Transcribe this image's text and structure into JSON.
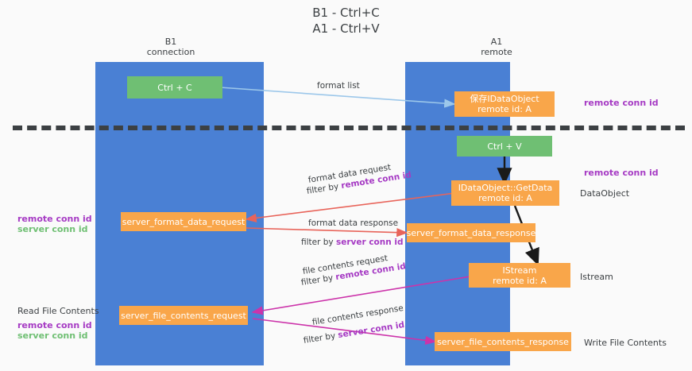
{
  "title": "B1 - Ctrl+C\nA1 - Ctrl+V",
  "columns": {
    "b1": "B1\nconnection",
    "a1": "A1\nremote"
  },
  "nodes": {
    "ctrl_c": "Ctrl + C",
    "save_idataobject": "保存IDataObject\nremote id: A",
    "ctrl_v": "Ctrl + V",
    "getdata": "IDataObject::GetData\nremote id: A",
    "server_format_data_request": "server_format_data_request",
    "server_format_data_response": "server_format_data_response",
    "istream": "IStream\nremote id: A",
    "server_file_contents_request": "server_file_contents_request",
    "server_file_contents_response": "server_file_contents_response"
  },
  "edges": {
    "format_list": "format list",
    "format_data_request": "format data request",
    "format_data_request_filter_prefix": "filter by ",
    "format_data_request_filter_key": "remote conn id",
    "format_data_response": "format data response",
    "format_data_response_filter_prefix": "filter by ",
    "format_data_response_filter_key": "server conn id",
    "file_contents_request": "file contents request",
    "file_contents_request_filter_prefix": "filter by ",
    "file_contents_request_filter_key": "remote conn id",
    "file_contents_response": "file contents response",
    "file_contents_response_filter_prefix": "filter by ",
    "file_contents_response_filter_key": "server conn id"
  },
  "annotations": {
    "right_remote_conn_id_top": "remote conn id",
    "right_remote_conn_id_mid": "remote conn id",
    "right_dataobject": "DataObject",
    "right_istream": "Istream",
    "right_write_file_contents": "Write File Contents",
    "left_remote_conn_id": "remote conn id",
    "left_server_conn_id": "server conn id",
    "left_read_file_contents": "Read File Contents",
    "left_remote_conn_id_2": "remote conn id",
    "left_server_conn_id_2": "server conn id"
  },
  "colors": {
    "lane": "#4a80d4",
    "green_node": "#6fbf73",
    "orange_node": "#f9a64a",
    "purple": "#a63bc4",
    "red_arrow": "#e8645a",
    "magenta_arrow": "#cc33aa",
    "light_blue_arrow": "#9cc7ea",
    "black_arrow": "#1a1a1a"
  }
}
